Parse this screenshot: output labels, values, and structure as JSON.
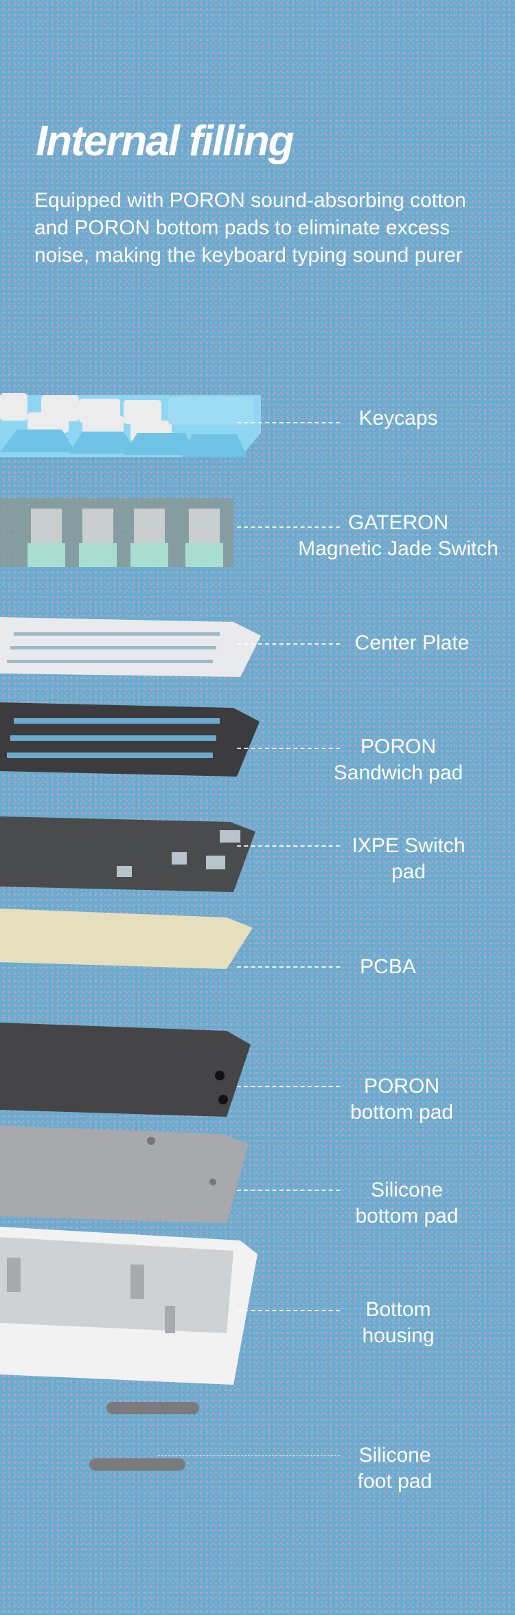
{
  "title": "Internal filling",
  "description": "Equipped with PORON sound-absorbing cotton and PORON bottom pads  to eliminate excess noise, making the keyboard typing sound purer",
  "layers": [
    {
      "line1": "Keycaps",
      "line2": ""
    },
    {
      "line1": "GATERON",
      "line2": "Magnetic Jade Switch"
    },
    {
      "line1": "Center Plate",
      "line2": ""
    },
    {
      "line1": "PORON",
      "line2": "Sandwich pad"
    },
    {
      "line1": "IXPE Switch",
      "line2": "pad"
    },
    {
      "line1": "PCBA",
      "line2": ""
    },
    {
      "line1": "PORON",
      "line2": "bottom pad"
    },
    {
      "line1": "Silicone",
      "line2": "bottom pad"
    },
    {
      "line1": "Bottom",
      "line2": "housing"
    },
    {
      "line1": "Silicone",
      "line2": "foot pad"
    }
  ],
  "colors": {
    "background": "#6aaccd",
    "dots": "#f08cc4",
    "keycap_blue": "#8fd6f2",
    "plate_dark": "#3e3e40"
  }
}
